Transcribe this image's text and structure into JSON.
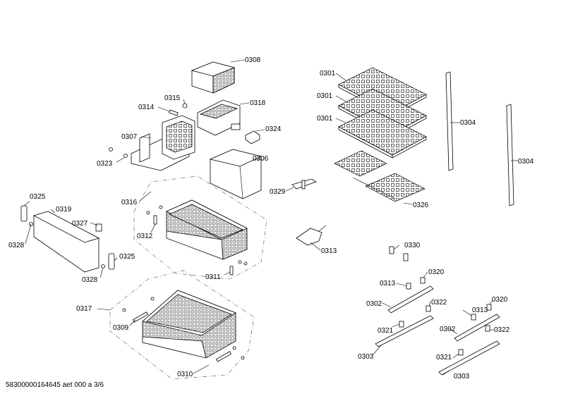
{
  "labels": {
    "p0308": "0308",
    "p0315": "0315",
    "p0314": "0314",
    "p0318": "0318",
    "p0324": "0324",
    "p0307": "0307",
    "p0323": "0323",
    "p0306": "0306",
    "p0329": "0329",
    "p0316": "0316",
    "p0312": "0312",
    "p0311": "0311",
    "p0325a": "0325",
    "p0319": "0319",
    "p0327": "0327",
    "p0328a": "0328",
    "p0325b": "0325",
    "p0328b": "0328",
    "p0317": "0317",
    "p0309": "0309",
    "p0310": "0310",
    "p0301a": "0301",
    "p0301b": "0301",
    "p0301c": "0301",
    "p0304a": "0304",
    "p0304b": "0304",
    "p0326": "0326",
    "p0313a": "0313",
    "p0330": "0330",
    "p0313b": "0313",
    "p0320a": "0320",
    "p0302a": "0302",
    "p0322a": "0322",
    "p0321a": "0321",
    "p0303a": "0303",
    "p0313c": "0313",
    "p0320b": "0320",
    "p0302b": "0302",
    "p0322b": "0322",
    "p0321b": "0321",
    "p0303b": "0303"
  },
  "footer": "58300000164645 aet 000 a 3/6"
}
